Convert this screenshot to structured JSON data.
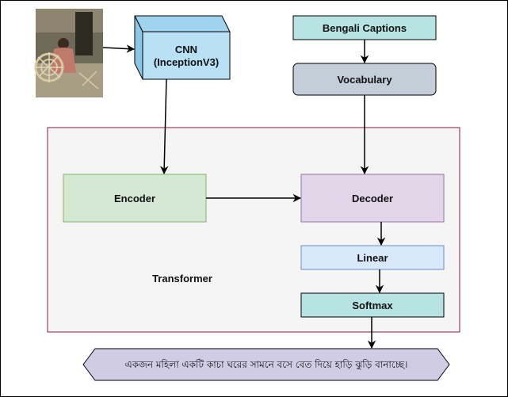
{
  "photo": {
    "icon": "photo-woman-weaving-basket"
  },
  "cnn": {
    "line1": "CNN",
    "line2": "(InceptionV3)"
  },
  "bengali_captions": "Bengali Captions",
  "vocabulary": "Vocabulary",
  "encoder": "Encoder",
  "decoder": "Decoder",
  "linear": "Linear",
  "softmax": "Softmax",
  "transformer_label": "Transformer",
  "output_caption": "একজন মহিলা একটি কাচা ঘরের সামনে বসে বেত দিয়ে হাড়ি ঝুড়ি বানাচ্ছে।",
  "colors": {
    "cnn": "#b9e0f5",
    "captions": "#b8e3e3",
    "vocabulary": "#c3ced8",
    "encoder": "#d5e8d4",
    "decoder": "#e1d5e7",
    "linear": "#dae8fc",
    "softmax": "#b8e3e3",
    "output": "#d0cce6",
    "transformer_bg": "#f5f5f5",
    "transformer_border": "#8b1a4a"
  }
}
